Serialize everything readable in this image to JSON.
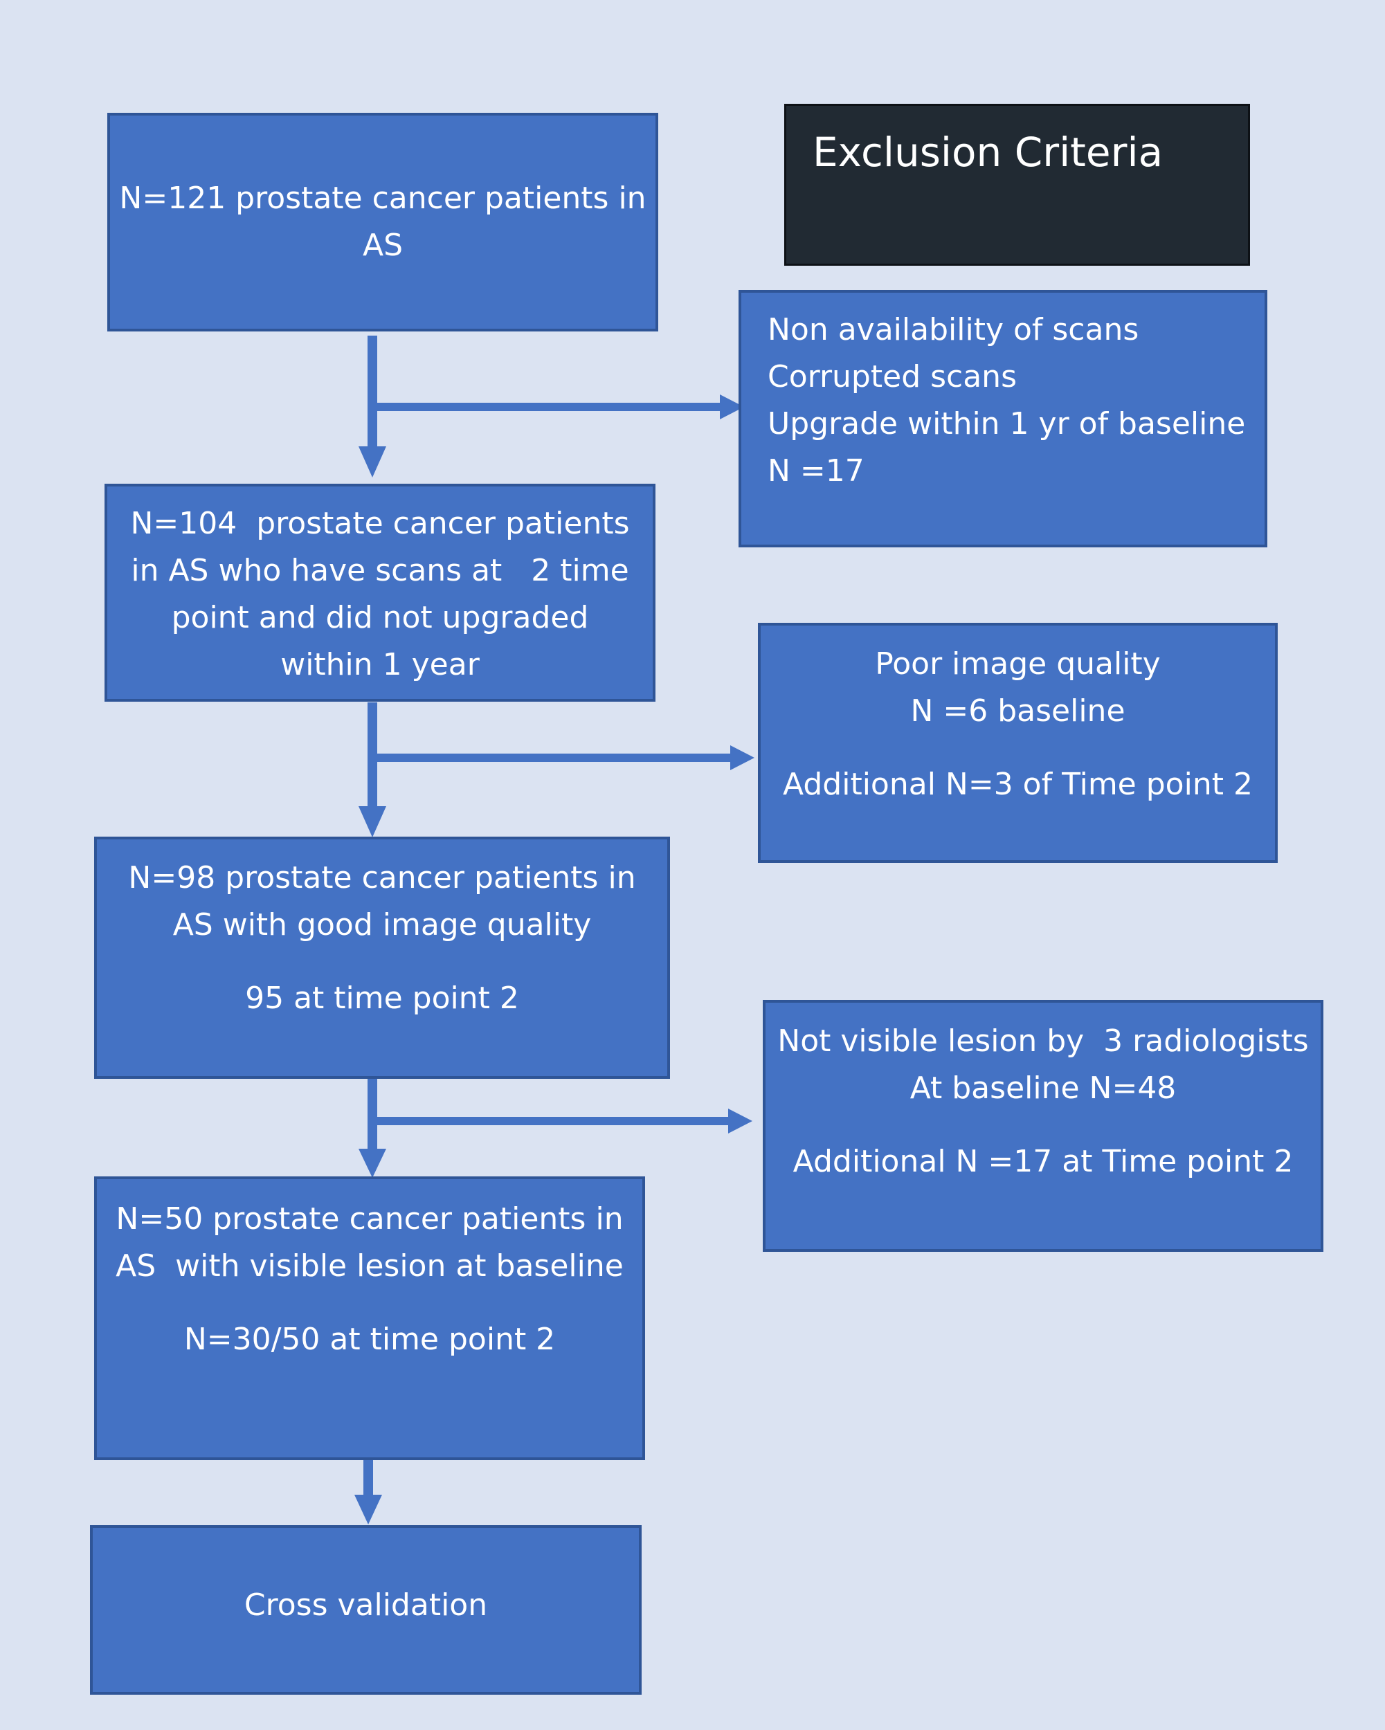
{
  "exclusion_header": "Exclusion Criteria",
  "main_boxes": [
    {
      "lines": [
        "N=121 prostate cancer patients in",
        "AS"
      ]
    },
    {
      "lines": [
        "N=104  prostate cancer patients",
        "in AS who have scans at   2 time",
        "point and did not upgraded",
        "within 1 year"
      ]
    },
    {
      "lines": [
        "N=98 prostate cancer patients in",
        "AS with good image quality"
      ],
      "extra": "95 at time point 2"
    },
    {
      "lines": [
        "N=50 prostate cancer patients in",
        "AS  with visible lesion at baseline"
      ],
      "extra": "N=30/50 at time point 2"
    },
    {
      "lines": [
        "Cross validation"
      ]
    }
  ],
  "exclusion_boxes": [
    {
      "lines": [
        "Non availability of scans",
        "Corrupted scans",
        "Upgrade within 1 yr of baseline",
        "N =17"
      ]
    },
    {
      "lines": [
        "Poor image quality",
        "N =6 baseline"
      ],
      "extra": "Additional N=3 of Time point 2"
    },
    {
      "lines": [
        "Not visible lesion by  3 radiologists",
        "At baseline N=48"
      ],
      "extra": "Additional N =17 at Time point 2"
    }
  ],
  "colors": {
    "background": "#dbe3f2",
    "box_fill": "#4472c4",
    "box_border": "#2f5597",
    "header_fill": "#212a33",
    "arrow": "#4472c4"
  }
}
